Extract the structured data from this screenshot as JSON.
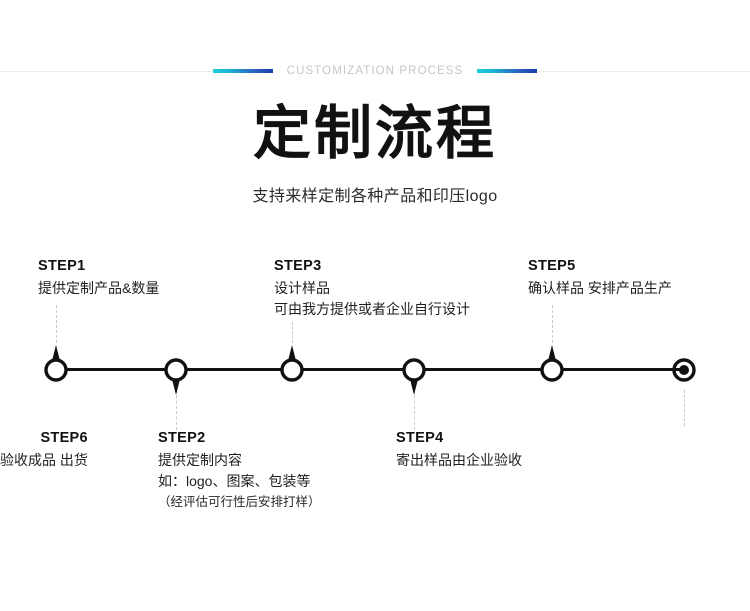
{
  "header": {
    "eyebrow_text": "CUSTOMIZATION PROCESS",
    "title": "定制流程",
    "subtitle": "支持来样定制各种产品和印压logo",
    "accent_start": "#19cfd6",
    "accent_end": "#1b3fae",
    "rule_color": "#ededef",
    "eyebrow_text_color": "#c6c6c8"
  },
  "timeline": {
    "line_color": "#111111",
    "leader_color": "#c9c9c9",
    "steps": [
      {
        "id": "step1",
        "title": "STEP1",
        "lines": [
          "提供定制产品&数量"
        ],
        "position": "above",
        "marker": "ring-up"
      },
      {
        "id": "step2",
        "title": "STEP2",
        "lines": [
          "提供定制内容",
          "如：logo、图案、包装等",
          "（经评估可行性后安排打样）"
        ],
        "position": "below",
        "marker": "ring-down"
      },
      {
        "id": "step3",
        "title": "STEP3",
        "lines": [
          "设计样品",
          "可由我方提供或者企业自行设计"
        ],
        "position": "above",
        "marker": "ring-up"
      },
      {
        "id": "step4",
        "title": "STEP4",
        "lines": [
          "寄出样品由企业验收"
        ],
        "position": "below",
        "marker": "ring-down"
      },
      {
        "id": "step5",
        "title": "STEP5",
        "lines": [
          "确认样品 安排产品生产"
        ],
        "position": "above",
        "marker": "ring-up"
      },
      {
        "id": "step6",
        "title": "STEP6",
        "lines": [
          "验收成品 出货"
        ],
        "position": "below",
        "marker": "bullseye"
      }
    ]
  }
}
